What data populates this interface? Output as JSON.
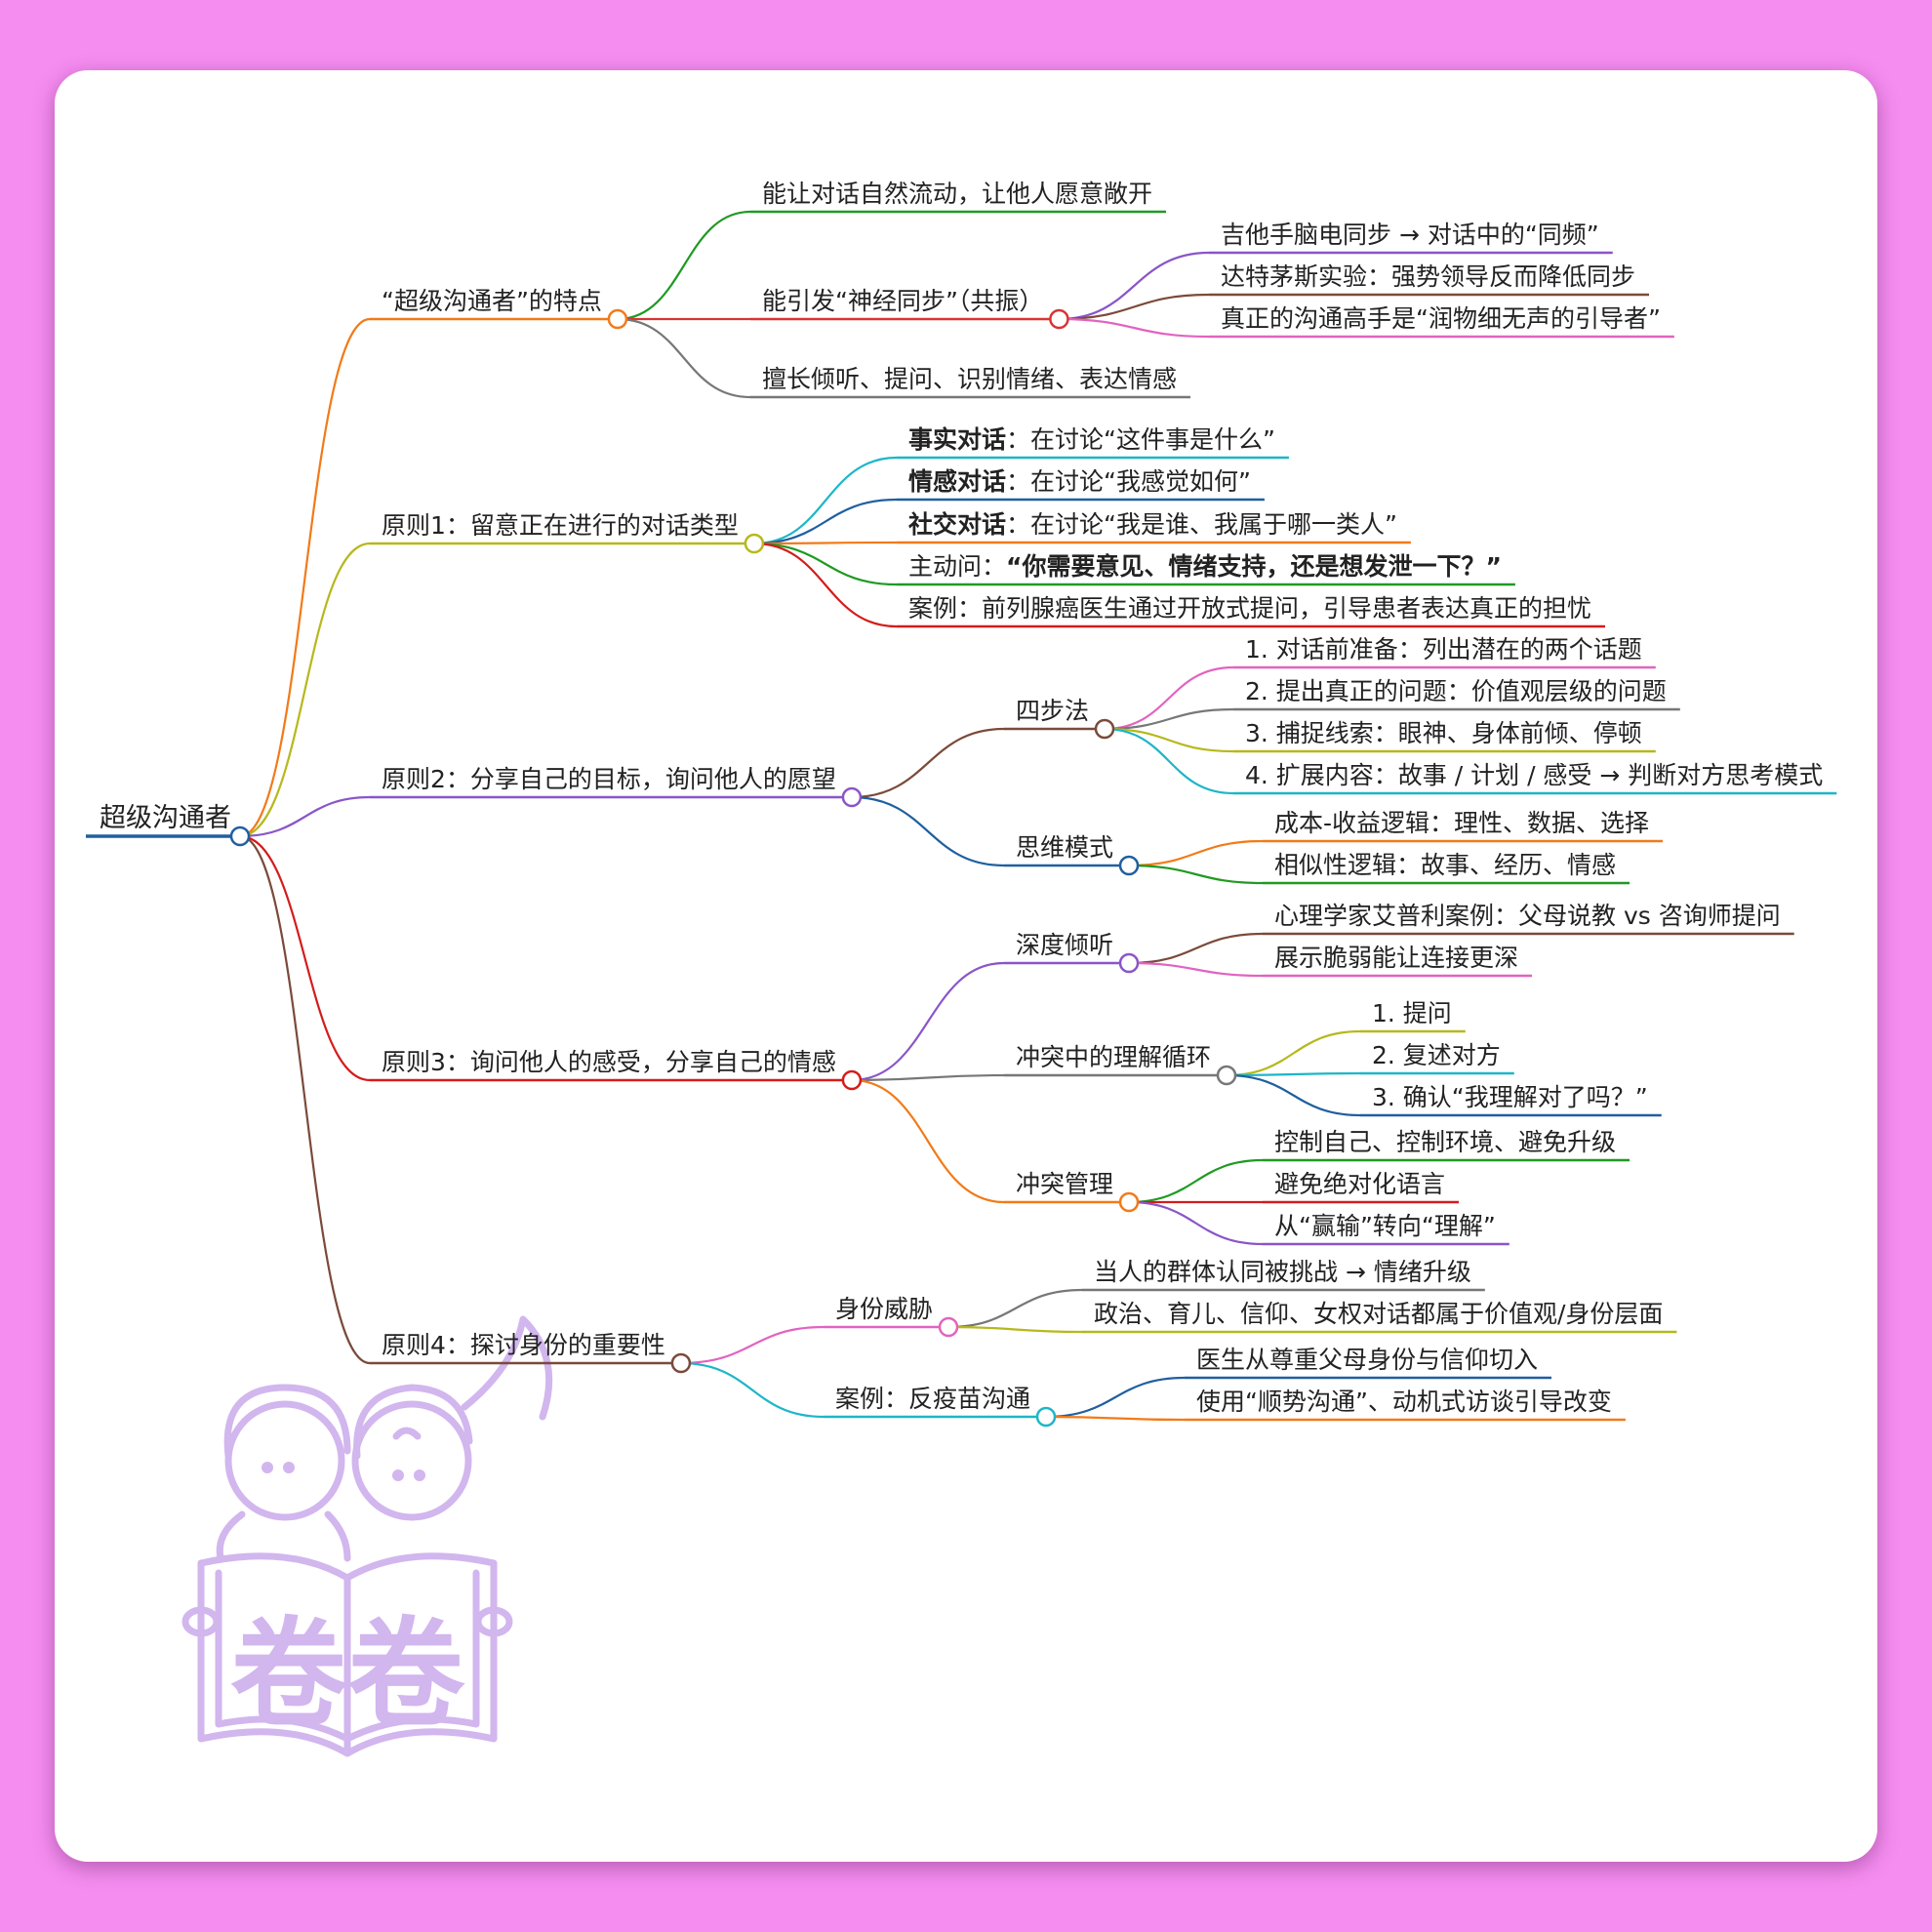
{
  "colors": {
    "background": "#f58cf0",
    "card": "#ffffff",
    "watermark": "#d2b6ee"
  },
  "watermark": {
    "text": "卷卷",
    "image": "two-children-reading-book"
  },
  "mindmap": {
    "text": "超级沟通者",
    "color": "#1f5f9f",
    "children": [
      {
        "text": "“超级沟通者”的特点",
        "color": "#f27a18",
        "children": [
          {
            "text": "能让对话自然流动，让他人愿意敞开",
            "color": "#1f9a22"
          },
          {
            "text": "能引发“神经同步”（共振）",
            "color": "#d83434",
            "children": [
              {
                "text": "吉他手脑电同步 → 对话中的“同频”",
                "color": "#8a55c8"
              },
              {
                "text": "达特茅斯实验：强势领导反而降低同步",
                "color": "#7a4a3a"
              },
              {
                "text": "真正的沟通高手是“润物细无声的引导者”",
                "color": "#e263c0"
              }
            ]
          },
          {
            "text": "擅长倾听、提问、识别情绪、表达情感",
            "color": "#777777"
          }
        ]
      },
      {
        "text": "原则1：留意正在进行的对话类型",
        "color": "#b6b81c",
        "children": [
          {
            "bold": "事实对话",
            "text": "：在讨论“这件事是什么”",
            "color": "#1db6c8"
          },
          {
            "bold": "情感对话",
            "text": "：在讨论“我感觉如何”",
            "color": "#1f5f9f"
          },
          {
            "bold": "社交对话",
            "text": "：在讨论“我是谁、我属于哪一类人”",
            "color": "#f27a18"
          },
          {
            "text": "主动问：",
            "bold_after": "“你需要意见、情绪支持，还是想发泄一下？”",
            "color": "#1f9a22"
          },
          {
            "text": "案例：前列腺癌医生通过开放式提问，引导患者表达真正的担忧",
            "color": "#d41c1c"
          }
        ]
      },
      {
        "text": "原则2：分享自己的目标，询问他人的愿望",
        "color": "#8a55c8",
        "children": [
          {
            "text": "四步法",
            "color": "#7a4a3a",
            "children": [
              {
                "text": "1. 对话前准备：列出潜在的两个话题",
                "color": "#e263c0"
              },
              {
                "text": "2. 提出真正的问题：价值观层级的问题",
                "color": "#777777"
              },
              {
                "text": "3. 捕捉线索：眼神、身体前倾、停顿",
                "color": "#b6b81c"
              },
              {
                "text": "4. 扩展内容：故事 / 计划 / 感受 → 判断对方思考模式",
                "color": "#1db6c8"
              }
            ]
          },
          {
            "text": "思维模式",
            "color": "#1f5f9f",
            "children": [
              {
                "text": "成本-收益逻辑：理性、数据、选择",
                "color": "#f27a18"
              },
              {
                "text": "相似性逻辑：故事、经历、情感",
                "color": "#1f9a22"
              }
            ]
          }
        ]
      },
      {
        "text": "原则3：询问他人的感受，分享自己的情感",
        "color": "#d41c1c",
        "children": [
          {
            "text": "深度倾听",
            "color": "#8a55c8",
            "children": [
              {
                "text": "心理学家艾普利案例：父母说教 vs 咨询师提问",
                "color": "#7a4a3a"
              },
              {
                "text": "展示脆弱能让连接更深",
                "color": "#e263c0"
              }
            ]
          },
          {
            "text": "冲突中的理解循环",
            "color": "#777777",
            "children": [
              {
                "text": "1. 提问",
                "color": "#b6b81c"
              },
              {
                "text": "2. 复述对方",
                "color": "#1db6c8"
              },
              {
                "text": "3. 确认“我理解对了吗？”",
                "color": "#1f5f9f"
              }
            ]
          },
          {
            "text": "冲突管理",
            "color": "#f27a18",
            "children": [
              {
                "text": "控制自己、控制环境、避免升级",
                "color": "#1f9a22"
              },
              {
                "text": "避免绝对化语言",
                "color": "#d41c1c"
              },
              {
                "text": "从“赢输”转向“理解”",
                "color": "#8a55c8"
              }
            ]
          }
        ]
      },
      {
        "text": "原则4：探讨身份的重要性",
        "color": "#7a4a3a",
        "children": [
          {
            "text": "身份威胁",
            "color": "#e263c0",
            "children": [
              {
                "text": "当人的群体认同被挑战 → 情绪升级",
                "color": "#777777"
              },
              {
                "text": "政治、育儿、信仰、女权对话都属于价值观/身份层面",
                "color": "#b6b81c"
              }
            ]
          },
          {
            "text": "案例：反疫苗沟通",
            "color": "#1db6c8",
            "children": [
              {
                "text": "医生从尊重父母身份与信仰切入",
                "color": "#1f5f9f"
              },
              {
                "text": "使用“顺势沟通”、动机式访谈引导改变",
                "color": "#f27a18"
              }
            ]
          }
        ]
      }
    ]
  }
}
